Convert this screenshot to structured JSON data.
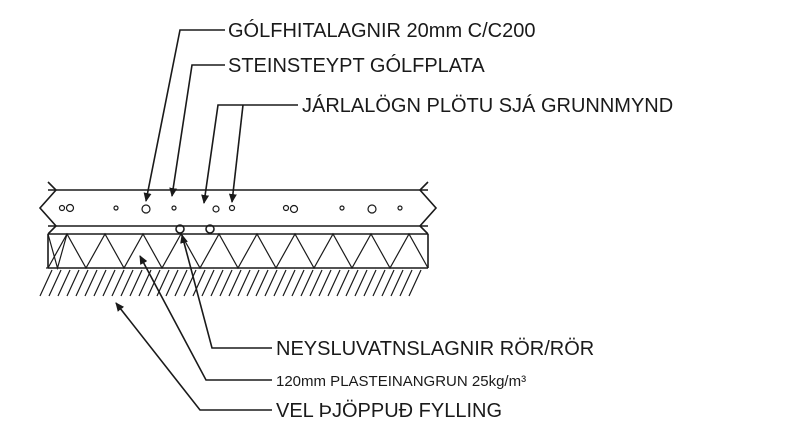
{
  "labels": {
    "floor_heating": "GÓLFHITALAGNIR 20mm C/C200",
    "concrete_slab": "STEINSTEYPT GÓLFPLATA",
    "rebar": "JÁRLALÖGN PLÖTU SJÁ GRUNNMYND",
    "water_pipes": "NEYSLUVATNSLAGNIR RÖR/RÖR",
    "insulation": "120mm PLASTEINANGRUN 25kg/m³",
    "fill": "VEL ÞJÖPPUÐ FYLLING"
  }
}
